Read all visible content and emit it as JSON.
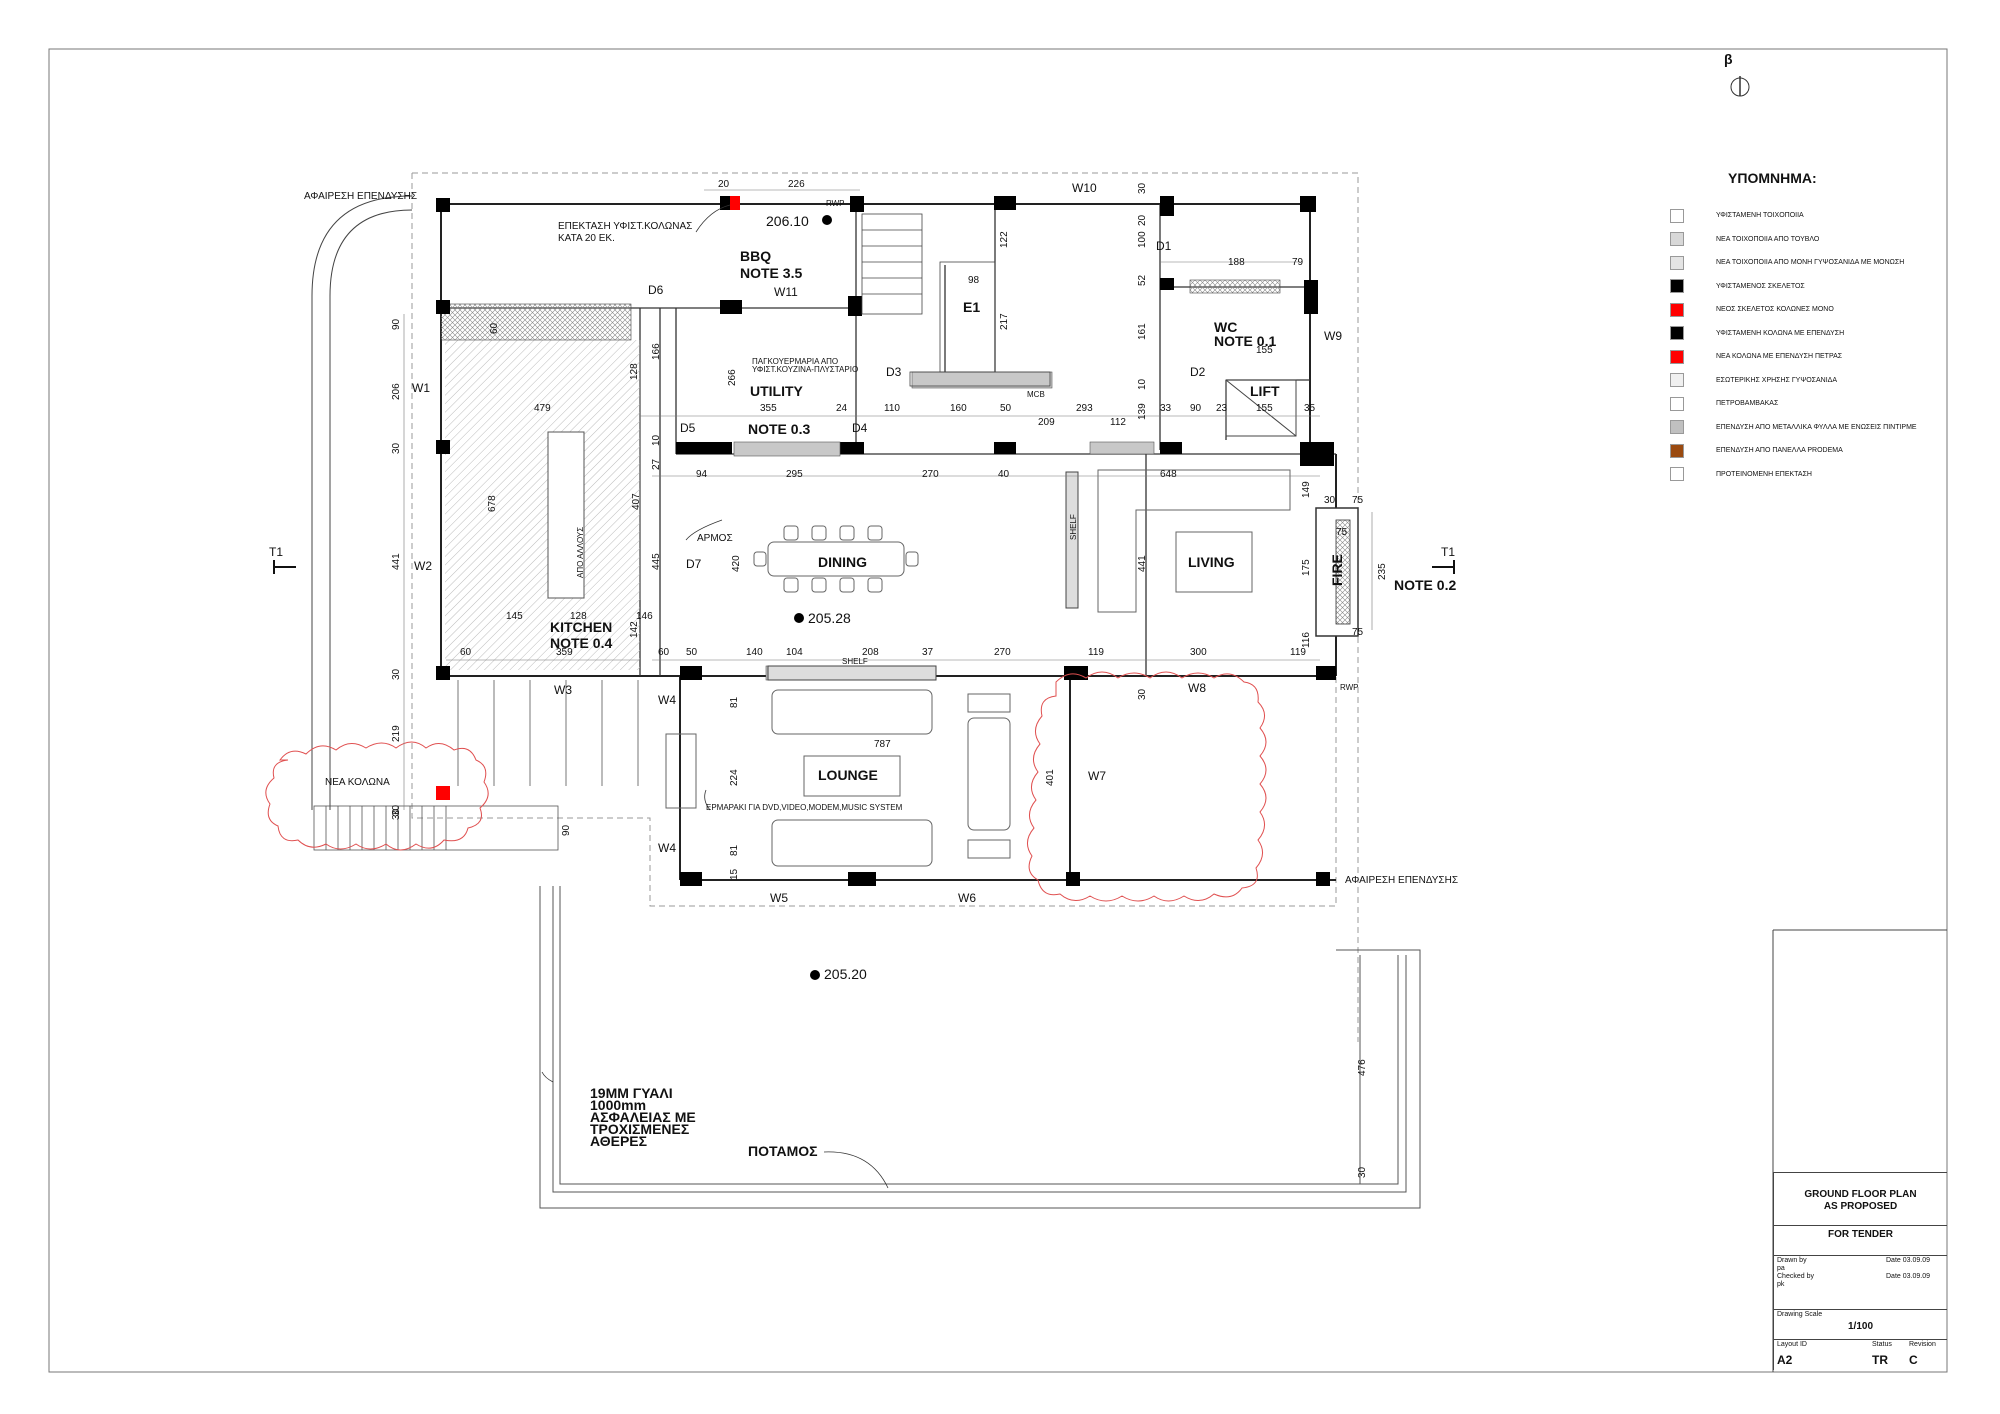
{
  "header": {
    "north_label": "β"
  },
  "legend": {
    "title": "ΥΠΟΜΝΗΜΑ:",
    "items": [
      {
        "label": "ΥΦΙΣΤΑΜΕΝΗ ΤΟΙΧΟΠΟΙΙΑ",
        "fill": "#ffffff"
      },
      {
        "label": "ΝΕΑ ΤΟΙΧΟΠΟΙΙΑ ΑΠΟ ΤΟΥΒΛΟ",
        "fill": "#d8d8d8"
      },
      {
        "label": "ΝΕΑ ΤΟΙΧΟΠΟΙΙΑ ΑΠΟ ΜΟΝΗ ΓΥΨΟΣΑΝΙΔΑ ΜΕ ΜΟΝΩΣΗ",
        "fill": "#e4e4e4"
      },
      {
        "label": "ΥΦΙΣΤΑΜΕΝΟΣ ΣΚΕΛΕΤΟΣ",
        "fill": "#000000"
      },
      {
        "label": "ΝΕΟΣ ΣΚΕΛΕΤΟΣ ΚΟΛΩΝΕΣ ΜΟΝΟ",
        "fill": "#ff0000"
      },
      {
        "label": "ΥΦΙΣΤΑΜΕΝΗ ΚΟΛΩΝΑ ΜΕ ΕΠΕΝΔΥΣΗ",
        "fill": "#000000"
      },
      {
        "label": "ΝΕΑ ΚΟΛΩΝΑ ΜΕ ΕΠΕΝΔΥΣΗ ΠΕΤΡΑΣ",
        "fill": "#ff0000"
      },
      {
        "label": "ΕΣΩΤΕΡΙΚΗΣ ΧΡΗΣΗΣ ΓΥΨΟΣΑΝΙΔΑ",
        "fill": "#f0f0f0"
      },
      {
        "label": "ΠΕΤΡΟΒΑΜΒΑΚΑΣ",
        "fill": "#ffffff"
      },
      {
        "label": "ΕΠΕΝΔΥΣΗ ΑΠΟ ΜΕΤΑΛΛΙΚΑ ΦΥΛΛΑ ΜΕ ΕΝΩΣΕΙΣ ΠΙΝΤΙΡΜΕ",
        "fill": "#c0c0c0"
      },
      {
        "label": "ΕΠΕΝΔΥΣΗ ΑΠΟ ΠΑΝΕΛΛΑ PRODEMA",
        "fill": "#9a4a10"
      },
      {
        "label": "ΠΡΟΤΕΙΝΟΜΕΝΗ ΕΠΕΚΤΑΣΗ",
        "fill": "#ffffff"
      }
    ]
  },
  "rooms": {
    "kitchen": "KITCHEN",
    "kitchen_note": "NOTE 0.4",
    "utility": "UTILITY",
    "utility_note": "NOTE 0.3",
    "bbq": "BBQ",
    "bbq_note": "NOTE 3.5",
    "wc": "WC",
    "wc_note": "NOTE 0.1",
    "lift": "LIFT",
    "dining": "DINING",
    "living": "LIVING",
    "lounge": "LOUNGE",
    "fire": "FIRE",
    "e1": "E1",
    "note_02": "NOTE 0.2"
  },
  "annotations": {
    "removal_top": "ΑΦΑΙΡΕΣΗ ΕΠΕΝΔΥΣΗΣ",
    "removal_right": "ΑΦΑΙΡΕΣΗ ΕΠΕΝΔΥΣΗΣ",
    "extension_l1": "ΕΠΕΚΤΑΣΗ ΥΦΙΣΤ.ΚΟΛΩΝΑΣ",
    "extension_l2": "ΚΑΤΑ 20 ΕΚ.",
    "new_column": "ΝΕΑ ΚΟΛΩΝΑ",
    "counter_l1": "ΠΑΓΚΟΥΕΡΜΑΡΙΑ ΑΠΟ",
    "counter_l2": "ΥΦΙΣΤ.ΚΟΥΖΙΝΑ-ΠΛΥΣΤΑΡΙΟ",
    "armos": "ΑΡΜΟΣ",
    "cabinet": "ΕΡΜΑΡΑΚΙ ΓΙΑ DVD,VIDEO,MODEM,MUSIC SYSTEM",
    "glass_l1": "19MM ΓΥΑΛΙ",
    "glass_l2": "1000mm",
    "glass_l3": "ΑΣΦΑΛΕΙΑΣ ΜΕ",
    "glass_l4": "ΤΡΟΧΙΣΜΕΝΕΣ",
    "glass_l5": "ΑΘΕΡΕΣ",
    "river": "ΠΟΤΑΜΟΣ",
    "shelf1": "SHELF",
    "shelf2": "SHELF",
    "mcb": "MCB",
    "rwp1": "RWP",
    "rwp2": "RWP",
    "apo_allous": "ΑΠΟ ΑΛΛΟΥΣ"
  },
  "levels": {
    "bbq": "206.10",
    "dining": "205.28",
    "terrace": "205.20"
  },
  "openings": {
    "w1": "W1",
    "w2": "W2",
    "w3": "W3",
    "w4a": "W4",
    "w4b": "W4",
    "w5": "W5",
    "w6": "W6",
    "w7": "W7",
    "w8": "W8",
    "w9": "W9",
    "w10": "W10",
    "w11": "W11",
    "d1": "D1",
    "d2": "D2",
    "d3": "D3",
    "d4": "D4",
    "d5": "D5",
    "d6": "D6",
    "d7": "D7",
    "t1_left": "T1",
    "t1_right": "T1"
  },
  "dimensions": {
    "d20": "20",
    "d226": "226",
    "d30a": "30",
    "d20b": "20",
    "d100": "100",
    "d52": "52",
    "d188": "188",
    "d79": "79",
    "d161": "161",
    "d155a": "155",
    "d155b": "155",
    "d10": "10",
    "d139": "139",
    "d33": "33",
    "d90": "90",
    "d23": "23",
    "d35": "35",
    "d122": "122",
    "d98": "98",
    "d217": "217",
    "d90l": "90",
    "d206": "206",
    "d30l": "30",
    "d441l": "441",
    "d30l2": "30",
    "d219": "219",
    "d30l3": "30",
    "d60a": "60",
    "d166": "166",
    "d128a": "128",
    "d479": "479",
    "d266": "266",
    "d355": "355",
    "d24": "24",
    "d110": "110",
    "d160": "160",
    "d50": "50",
    "d209": "209",
    "d293": "293",
    "d112": "112",
    "d648": "648",
    "d94": "94",
    "d295": "295",
    "d270a": "270",
    "d40": "40",
    "d149": "149",
    "d30c": "30",
    "d75a": "75",
    "d75b": "75",
    "d75c": "75",
    "d235": "235",
    "d175": "175",
    "d116": "116",
    "d441m": "441",
    "d420": "420",
    "d445": "445",
    "d407": "407",
    "d678": "678",
    "d145": "145",
    "d128b": "128",
    "d146": "146",
    "d142": "142",
    "d60b": "60",
    "d359": "359",
    "d60c": "60",
    "d50b": "50",
    "d140": "140",
    "d104": "104",
    "d208": "208",
    "d37": "37",
    "d270b": "270",
    "d119a": "119",
    "d300": "300",
    "d119b": "119",
    "d30d": "30",
    "d81a": "81",
    "d787": "787",
    "d224": "224",
    "d81b": "81",
    "d401": "401",
    "d90b": "90",
    "d476": "476",
    "d30e": "30",
    "d15": "15",
    "d30f": "30",
    "d27": "27",
    "d10b": "10"
  },
  "title_block": {
    "title_l1": "GROUND FLOOR PLAN",
    "title_l2": "AS PROPOSED",
    "status_text": "FOR TENDER",
    "drawn_by_label": "Drawn by",
    "drawn_by": "pa",
    "checked_by_label": "Checked by",
    "checked_by": "pk",
    "date1": "Date 03.09.09",
    "date2": "Date 03.09.09",
    "scale_label": "Drawing Scale",
    "scale": "1/100",
    "layout_label": "Layout ID",
    "layout": "A2",
    "status_label": "Status",
    "status": "TR",
    "revision_label": "Revision",
    "revision": "C"
  }
}
